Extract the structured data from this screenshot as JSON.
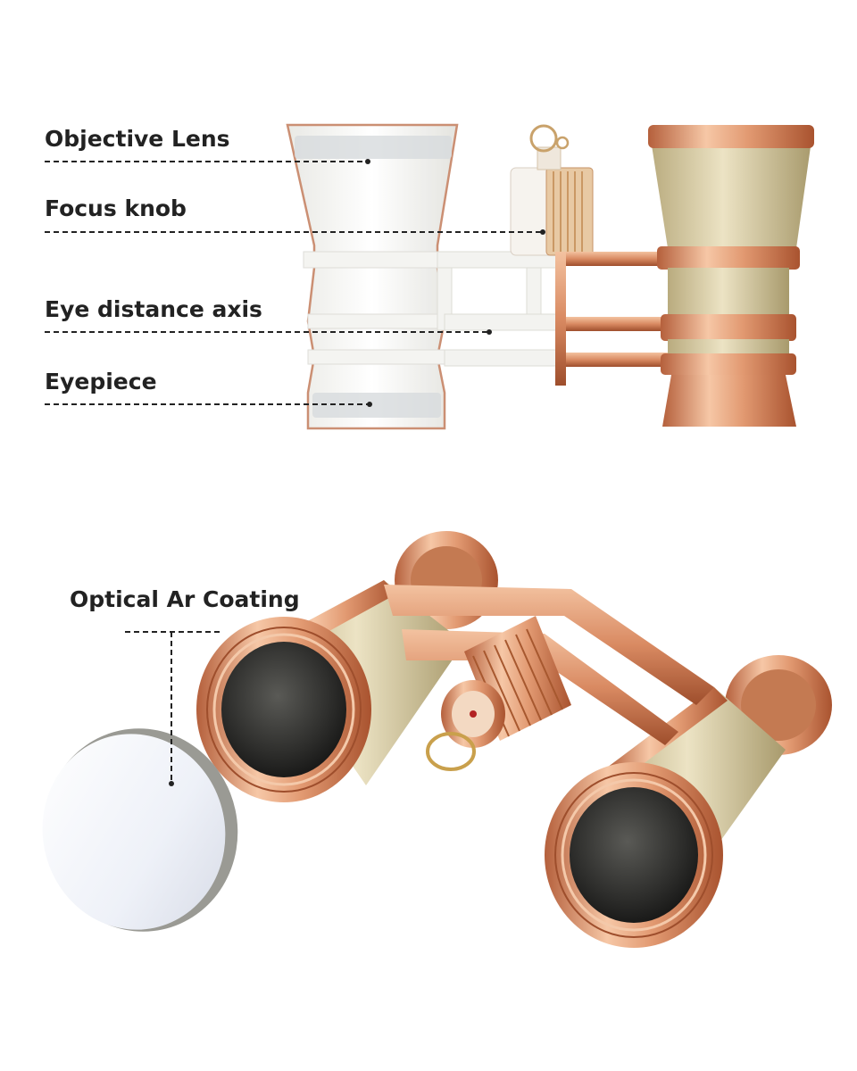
{
  "labels": {
    "objective_lens": "Objective Lens",
    "focus_knob": "Focus knob",
    "eye_distance_axis": "Eye distance axis",
    "eyepiece": "Eyepiece",
    "optical_coating": "Optical Ar Coating"
  },
  "colors": {
    "rose_gold": "#e8a07a",
    "rose_gold_dark": "#b5603c",
    "champagne": "#d8cca4",
    "lens_dark": "#2c2c2a",
    "leader": "#222222",
    "ghost_outline": "#c98a6c"
  }
}
